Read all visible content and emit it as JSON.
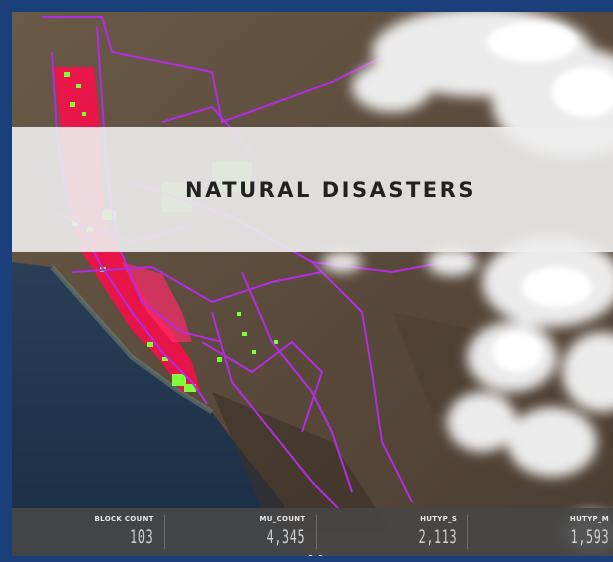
{
  "banner": {
    "title": "NATURAL DISASTERS"
  },
  "stats": [
    {
      "label": "BLOCK COUNT",
      "value": "103"
    },
    {
      "label": "MU_COUNT",
      "value": "4,345"
    },
    {
      "label": "HUTYP_S",
      "value": "2,113"
    },
    {
      "label": "HUTYP_M",
      "value": "1,593"
    }
  ],
  "pager": {
    "count": 2,
    "active": 0
  },
  "colors": {
    "frame": "#1b3f7a",
    "boundary": "#b32de0",
    "burn": "#ff0a4a",
    "vegetation": "#7dff3a",
    "ocean": "#1f3552",
    "land": "#5b4a3c"
  }
}
